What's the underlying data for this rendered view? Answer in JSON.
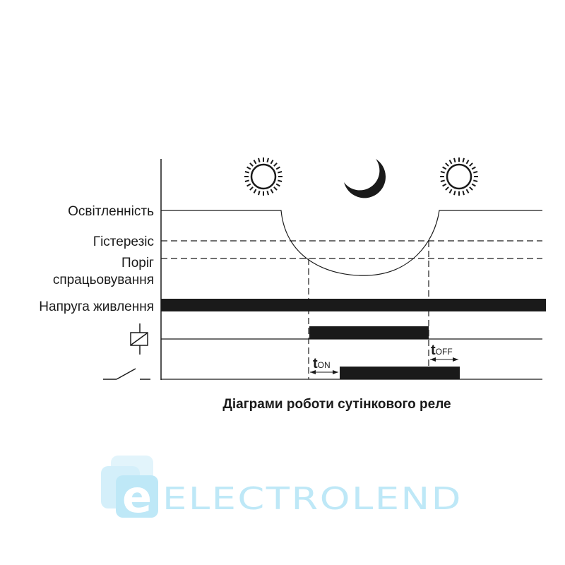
{
  "labels": {
    "illuminance": "Освітленність",
    "hysteresis": "Гістерезіс",
    "threshold_1": "Поріг",
    "threshold_2": "спрацьовування",
    "supply_voltage": "Напруга живлення"
  },
  "timing": {
    "t": "t",
    "on": "ON",
    "off": "OFF"
  },
  "title": "Діаграми роботи сутінкового реле",
  "logo": {
    "text": "ELECTROLEND",
    "letter": "e"
  },
  "colors": {
    "ink": "#1a1a1a",
    "logo": "#b8e6f7"
  },
  "icons": [
    "sun-icon",
    "moon-icon",
    "sun-icon",
    "relay-coil-icon",
    "switch-contact-icon"
  ]
}
